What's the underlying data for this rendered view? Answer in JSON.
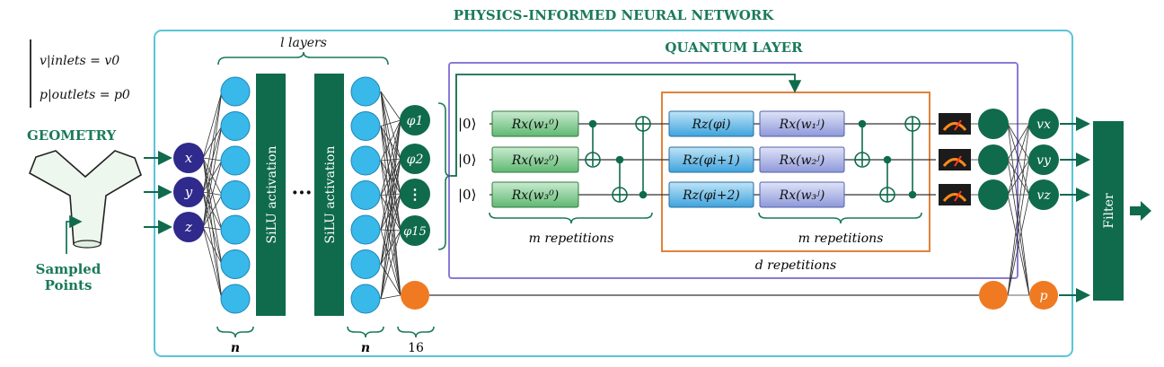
{
  "title": "PHYSICS-INFORMED NEURAL NETWORK",
  "quantum_title": "QUANTUM LAYER",
  "boundary": {
    "inlet": "v|inlets = v0",
    "outlet": "p|outlets = p0"
  },
  "geometry_label": "GEOMETRY",
  "sampled_label_1": "Sampled",
  "sampled_label_2": "Points",
  "inputs": [
    "x",
    "y",
    "z"
  ],
  "layers_label": "l layers",
  "activation_label": "SiLU activation",
  "dots": "···",
  "n_label": "n",
  "sixteen_label": "16",
  "phi_nodes": [
    "φ1",
    "φ2",
    "⋮",
    "φ15"
  ],
  "qubits": [
    "|0⟩",
    "|0⟩",
    "|0⟩"
  ],
  "rx_gates": [
    "Rx(w₁⁰)",
    "Rx(w₂⁰)",
    "Rx(w₃⁰)"
  ],
  "rz_gates": [
    "Rz(φi)",
    "Rz(φi+1)",
    "Rz(φi+2)"
  ],
  "rx_gates_j": [
    "Rx(w₁ʲ)",
    "Rx(w₂ʲ)",
    "Rx(w₃ʲ)"
  ],
  "m_repetitions": "m  repetitions",
  "d_repetitions": "d  repetitions",
  "outputs": [
    "vx",
    "vy",
    "vz"
  ],
  "p_output": "p",
  "filter_label": "Filter",
  "colors": {
    "teal_border": "#5bc4d6",
    "purple_border": "#8a7bd6",
    "orange_border": "#e0823a",
    "dark_green": "#0f6b4b",
    "node_blue": "#39b8ea",
    "node_purple": "#2f2a8c",
    "node_orange": "#ef7a22",
    "rx_fill": "#7cc98a",
    "rz_fill": "#58b5e8",
    "rxj_fill": "#aab3e6"
  }
}
